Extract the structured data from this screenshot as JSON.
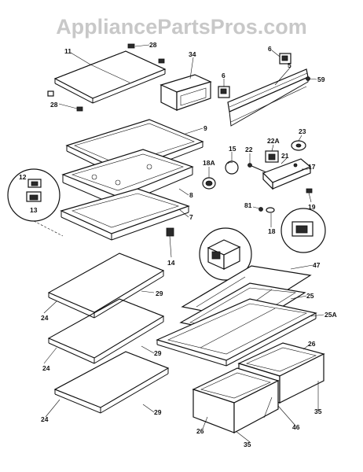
{
  "watermark": "AppliancePartsPros.com",
  "callouts": {
    "c11": "11",
    "c28a": "28",
    "c28b": "28",
    "c34": "34",
    "c6a": "6",
    "c6b": "6",
    "c5": "5",
    "c59": "59",
    "c9": "9",
    "c12": "12",
    "c13": "13",
    "c18a": "18A",
    "c15": "15",
    "c22": "22",
    "c22a": "22A",
    "c23": "23",
    "c21": "21",
    "c17": "17",
    "c8": "8",
    "c81": "81",
    "c19": "19",
    "c18": "18",
    "c7": "7",
    "c14": "14",
    "c47": "47",
    "c29a": "29",
    "c24a": "24",
    "c25": "25",
    "c25a": "25A",
    "c29b": "29",
    "c24b": "24",
    "c26a": "26",
    "c29c": "29",
    "c24c": "24",
    "c35a": "35",
    "c46": "46",
    "c26b": "26",
    "c35b": "35"
  }
}
